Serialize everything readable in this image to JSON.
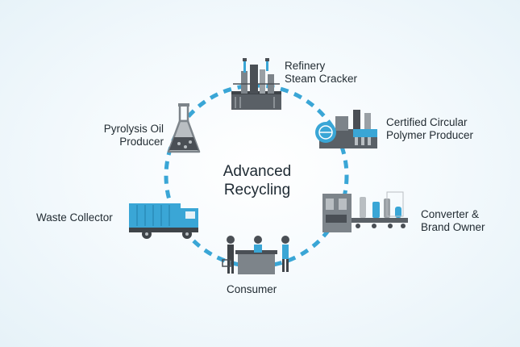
{
  "center": {
    "line1": "Advanced",
    "line2": "Recycling"
  },
  "stages": {
    "refinery": {
      "line1": "Refinery",
      "line2": "Steam Cracker",
      "icon": "refinery-icon"
    },
    "polymer": {
      "line1": "Certified Circular",
      "line2": "Polymer Producer",
      "icon": "polymer-factory-icon"
    },
    "converter": {
      "line1": "Converter &",
      "line2": "Brand Owner",
      "icon": "conveyor-bottles-icon"
    },
    "consumer": {
      "line1": "Consumer",
      "icon": "shoppers-checkout-icon"
    },
    "waste": {
      "line1": "Waste Collector",
      "icon": "garbage-truck-icon"
    },
    "pyrolysis": {
      "line1": "Pyrolysis Oil",
      "line2": "Producer",
      "icon": "flask-icon"
    }
  },
  "colors": {
    "accent_blue": "#3aa6d6",
    "dark_gray": "#4a4f55",
    "mid_gray": "#7d848a",
    "light_gray": "#b9bec2",
    "background": "#eef6fa"
  }
}
